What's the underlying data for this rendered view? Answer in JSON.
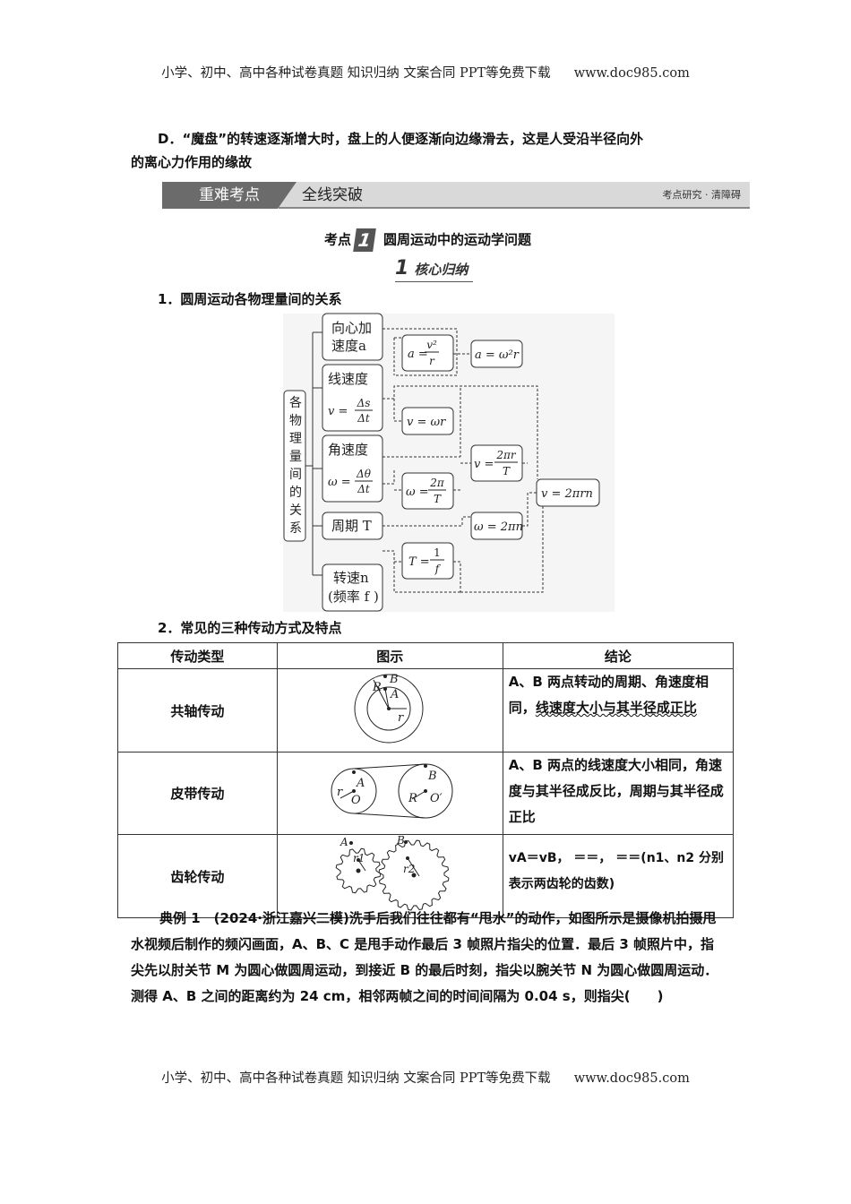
{
  "header": {
    "text": "小学、初中、高中各种试卷真题  知识归纳  文案合同  PPT等免费下载",
    "site": "www.doc985.com"
  },
  "footer": {
    "text": "小学、初中、高中各种试卷真题  知识归纳  文案合同  PPT等免费下载",
    "site": "www.doc985.com"
  },
  "option_d": {
    "line1": "D．“魔盘”的转速逐渐增大时，盘上的人便逐渐向边缘滑去，这是人受沿半径向外",
    "line2": "的离心力作用的缘故"
  },
  "banner": {
    "left": "重难考点",
    "middle": "全线突破",
    "right": "考点研究 · 清障碍"
  },
  "kaodian": {
    "prefix": "考点",
    "number": "1",
    "title": "圆周运动中的运动学问题"
  },
  "hexin": {
    "number": "1",
    "label": "核心归纳"
  },
  "section1": {
    "title": "1．圆周运动各物理量间的关系"
  },
  "diagram": {
    "root": [
      "各",
      "物",
      "理",
      "量",
      "间",
      "的",
      "关",
      "系"
    ],
    "boxes": {
      "accel_1": "向心加",
      "accel_2": "速度a",
      "lin_1": "线速度",
      "lin_2": "v =",
      "ang_1": "角速度",
      "ang_2": "ω =",
      "period": "周期 T",
      "speed_1": "转速n",
      "speed_2": "(频率 f )"
    },
    "formulas": {
      "a_v2r": "a =",
      "a_w2r": "a = ω²r",
      "v_wr": "v = ωr",
      "v_2pir_T": "v =",
      "w_2pi_T": "ω =",
      "w_2pin": "ω = 2πn",
      "T_1f": "T =",
      "v_2pirn": "v = 2πrn"
    },
    "fractions": {
      "v2_num": "v²",
      "v2_den": "r",
      "ds": "Δs",
      "dt": "Δt",
      "dtheta": "Δθ",
      "dt2": "Δt",
      "twopir": "2πr",
      "T1": "T",
      "twopi": "2π",
      "T2": "T",
      "one": "1",
      "f": "f"
    }
  },
  "section2": {
    "title": "2．常见的三种传动方式及特点"
  },
  "table": {
    "headers": [
      "传动类型",
      "图示",
      "结论"
    ],
    "rows": [
      {
        "type": "共轴传动",
        "conclusion_a": "A、B 两点转动的周期、角速度相同，",
        "conclusion_u": "线速度大小与其半径成正比"
      },
      {
        "type": "皮带传动",
        "conclusion": "A、B 两点的线速度大小相同，角速度与其半径成反比，周期与其半径成正比"
      },
      {
        "type": "齿轮传动",
        "conclusion": "vA＝vB，  ＝＝，  ＝＝(n1、n2 分别表示两齿轮的齿数)"
      }
    ],
    "fig_labels": {
      "R": "R",
      "B": "B",
      "A": "A",
      "r": "r",
      "O": "O",
      "O2": "O′",
      "r1": "r1",
      "r2": "r2"
    }
  },
  "example": {
    "text": "典例 1　(2024·浙江嘉兴二模)洗手后我们往往都有“甩水”的动作，如图所示是摄像机拍摄甩水视频后制作的频闪画面，A、B、C 是甩手动作最后 3 帧照片指尖的位置．最后 3 帧照片中，指尖先以肘关节 M 为圆心做圆周运动，到接近 B 的最后时刻，指尖以腕关节 N 为圆心做圆周运动．测得 A、B 之间的距离约为 24 cm，相邻两帧之间的时间间隔为 0.04 s，则指尖(　　)"
  }
}
